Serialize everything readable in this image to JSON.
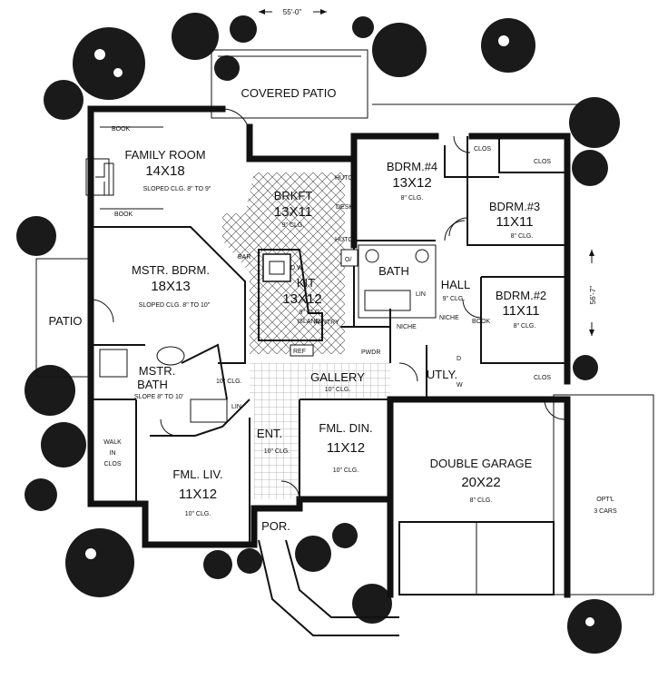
{
  "dimensions": {
    "width": "55'-0\"",
    "depth": "56'-7\""
  },
  "rooms": {
    "covered_patio": {
      "name": "COVERED PATIO"
    },
    "family_room": {
      "name": "FAMILY ROOM",
      "size": "14X18",
      "note": "SLOPED CLG. 8\" TO 9\""
    },
    "brkft": {
      "name": "BRKFT",
      "size": "13X11",
      "note": "9\" CLG."
    },
    "kit": {
      "name": "KIT",
      "size": "13X12",
      "note": "9\" CLG.",
      "island": "ISLAND"
    },
    "bdrm4": {
      "name": "BDRM.#4",
      "size": "13X12",
      "note": "8\" CLG."
    },
    "bdrm3": {
      "name": "BDRM.#3",
      "size": "11X11",
      "note": "8\" CLG."
    },
    "bdrm2": {
      "name": "BDRM.#2",
      "size": "11X11",
      "note": "8\" CLG."
    },
    "mstr_bdrm": {
      "name": "MSTR. BDRM.",
      "size": "18X13",
      "note": "SLOPED CLG. 8\" TO 10\""
    },
    "mstr_bath": {
      "name": "MSTR.",
      "name2": "BATH",
      "note": "SLOPE 8\" TO 10'"
    },
    "patio": {
      "name": "PATIO"
    },
    "gallery": {
      "name": "GALLERY",
      "note": "10\" CLG."
    },
    "ent": {
      "name": "ENT.",
      "note": "10\" CLG."
    },
    "fml_din": {
      "name": "FML. DIN.",
      "size": "11X12",
      "note": "10\" CLG."
    },
    "fml_liv": {
      "name": "FML. LIV.",
      "size": "11X12",
      "note": "10\" CLG."
    },
    "garage": {
      "name": "DOUBLE GARAGE",
      "size": "20X22",
      "note": "8\" CLG."
    },
    "hall": {
      "name": "HALL",
      "note": "9\" CLG."
    },
    "bath": {
      "name": "BATH"
    },
    "utly": {
      "name": "UTLY."
    },
    "por": {
      "name": "POR."
    },
    "walk_in": {
      "line1": "WALK",
      "line2": "IN",
      "line3": "CLOS"
    },
    "optl": {
      "line1": "OPT'L",
      "line2": "3 CARS"
    }
  },
  "small_labels": {
    "book": "BOOK",
    "clos": "CLOS",
    "hutch": "HUTCH",
    "desk": "DESK",
    "bar": "BAR",
    "dw": "D.W.",
    "oven": "O/",
    "ref": "REF",
    "pantry": "PANTRY",
    "pwdr": "PWDR",
    "niche": "NICHE",
    "lin": "LIN",
    "d": "D",
    "w": "W",
    "clg10": "10\" CLG."
  }
}
